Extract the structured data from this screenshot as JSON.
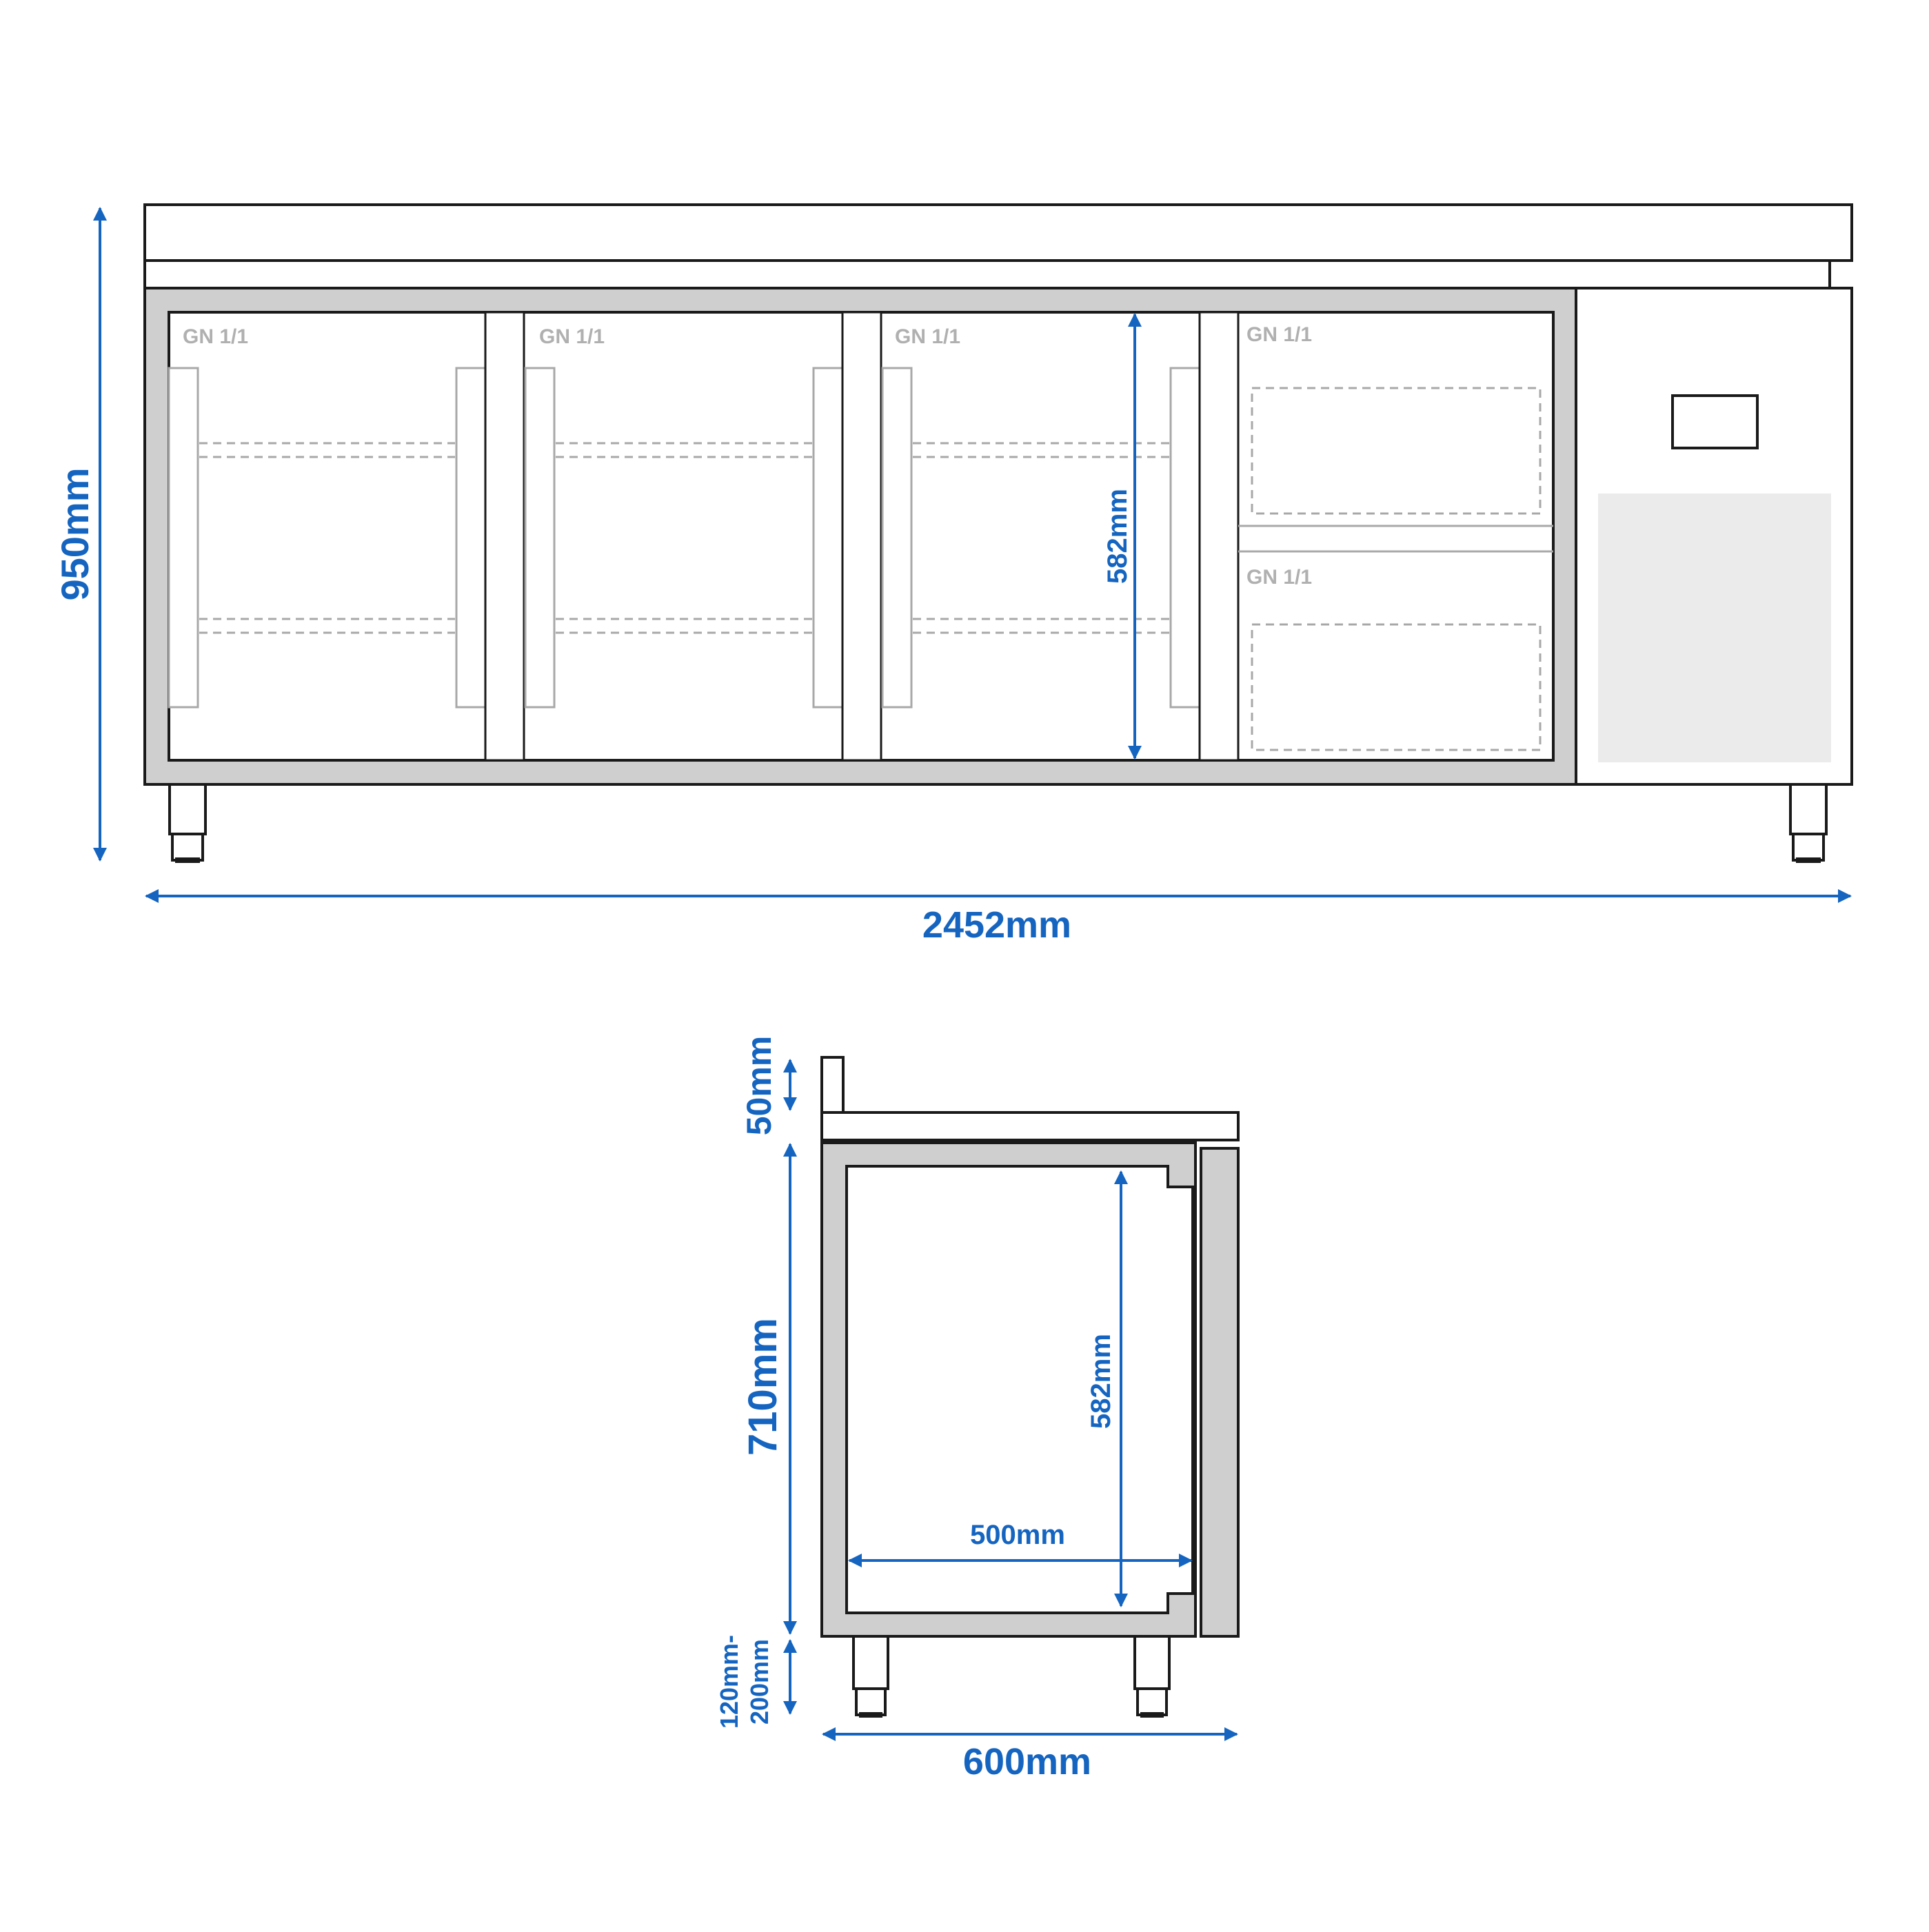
{
  "front_view": {
    "compartment_labels": [
      "GN 1/1",
      "GN 1/1",
      "GN 1/1",
      "GN 1/1",
      "GN 1/1"
    ],
    "dimensions": {
      "height": "950mm",
      "width": "2452mm",
      "inner_height": "582mm"
    }
  },
  "side_view": {
    "dimensions": {
      "upstand": "50mm",
      "body_height": "710mm",
      "leg_height_min": "120mm-",
      "leg_height_max": "200mm",
      "inner_height": "582mm",
      "inner_depth": "500mm",
      "depth": "600mm"
    }
  },
  "colors": {
    "dimension": "#1565c0",
    "outline": "#1a1a1a",
    "frame_fill": "#cfcfcf",
    "panel_fill": "#ebebeb",
    "gn_label": "#b0b0b0",
    "dashed": "#a8a8a8"
  }
}
